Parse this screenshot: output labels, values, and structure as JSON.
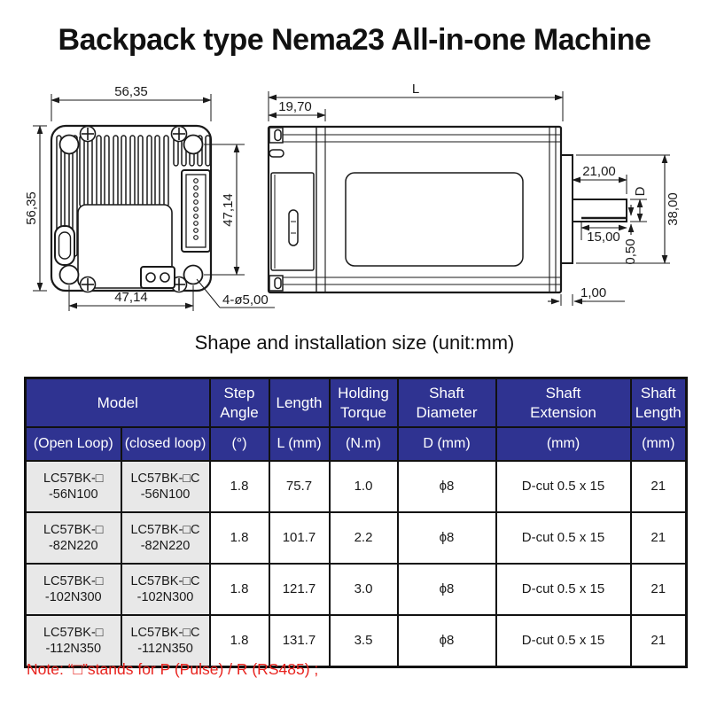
{
  "title": "Backpack type Nema23 All-in-one Machine",
  "caption": "Shape and installation size (unit:mm)",
  "note": "Note: “□”stands for P (Pulse) / R (RS485) ;",
  "colors": {
    "header_bg": "#2F3391",
    "model_cell_bg": "#E8E8E8",
    "note_red": "#E8231E",
    "drawing_line": "#1A1A1A"
  },
  "front_view": {
    "dim_top_width": "56,35",
    "dim_left_height": "56,35",
    "dim_right_hole_spacing": "47,14",
    "dim_bottom_hole_spacing": "47,14",
    "holes_label": "4-ø5,00"
  },
  "side_view": {
    "dim_total_length": "L",
    "dim_backpack_length": "19,70",
    "dim_shaft_length": "21,00",
    "dim_shaft_diameter": "D",
    "dim_flange_boss_diameter": "38,00",
    "dim_dcut_length": "15,00",
    "dim_dcut_depth": "0,50",
    "dim_boss_thickness": "1,00"
  },
  "table": {
    "headers": {
      "model": "Model",
      "step_angle": "Step\nAngle",
      "length": "Length",
      "holding_torque": "Holding\nTorque",
      "shaft_diameter": "Shaft\nDiameter",
      "shaft_extension": "Shaft\nExtension",
      "shaft_length": "Shaft\nLength"
    },
    "subheaders": {
      "open_loop": "(Open Loop)",
      "closed_loop": "(closed loop)",
      "step_angle": "(°)",
      "length": "L (mm)",
      "holding_torque": "(N.m)",
      "shaft_diameter": "D (mm)",
      "shaft_extension": "(mm)",
      "shaft_length": "(mm)"
    },
    "rows": [
      {
        "open_loop": "LC57BK-□\n-56N100",
        "closed_loop": "LC57BK-□C\n-56N100",
        "step_angle": "1.8",
        "length": "75.7",
        "holding_torque": "1.0",
        "shaft_diameter": "ϕ8",
        "shaft_extension": "D-cut 0.5 x 15",
        "shaft_length": "21"
      },
      {
        "open_loop": "LC57BK-□\n-82N220",
        "closed_loop": "LC57BK-□C\n-82N220",
        "step_angle": "1.8",
        "length": "101.7",
        "holding_torque": "2.2",
        "shaft_diameter": "ϕ8",
        "shaft_extension": "D-cut 0.5 x 15",
        "shaft_length": "21"
      },
      {
        "open_loop": "LC57BK-□\n-102N300",
        "closed_loop": "LC57BK-□C\n-102N300",
        "step_angle": "1.8",
        "length": "121.7",
        "holding_torque": "3.0",
        "shaft_diameter": "ϕ8",
        "shaft_extension": "D-cut 0.5 x 15",
        "shaft_length": "21"
      },
      {
        "open_loop": "LC57BK-□\n-112N350",
        "closed_loop": "LC57BK-□C\n-112N350",
        "step_angle": "1.8",
        "length": "131.7",
        "holding_torque": "3.5",
        "shaft_diameter": "ϕ8",
        "shaft_extension": "D-cut 0.5 x 15",
        "shaft_length": "21"
      }
    ]
  }
}
